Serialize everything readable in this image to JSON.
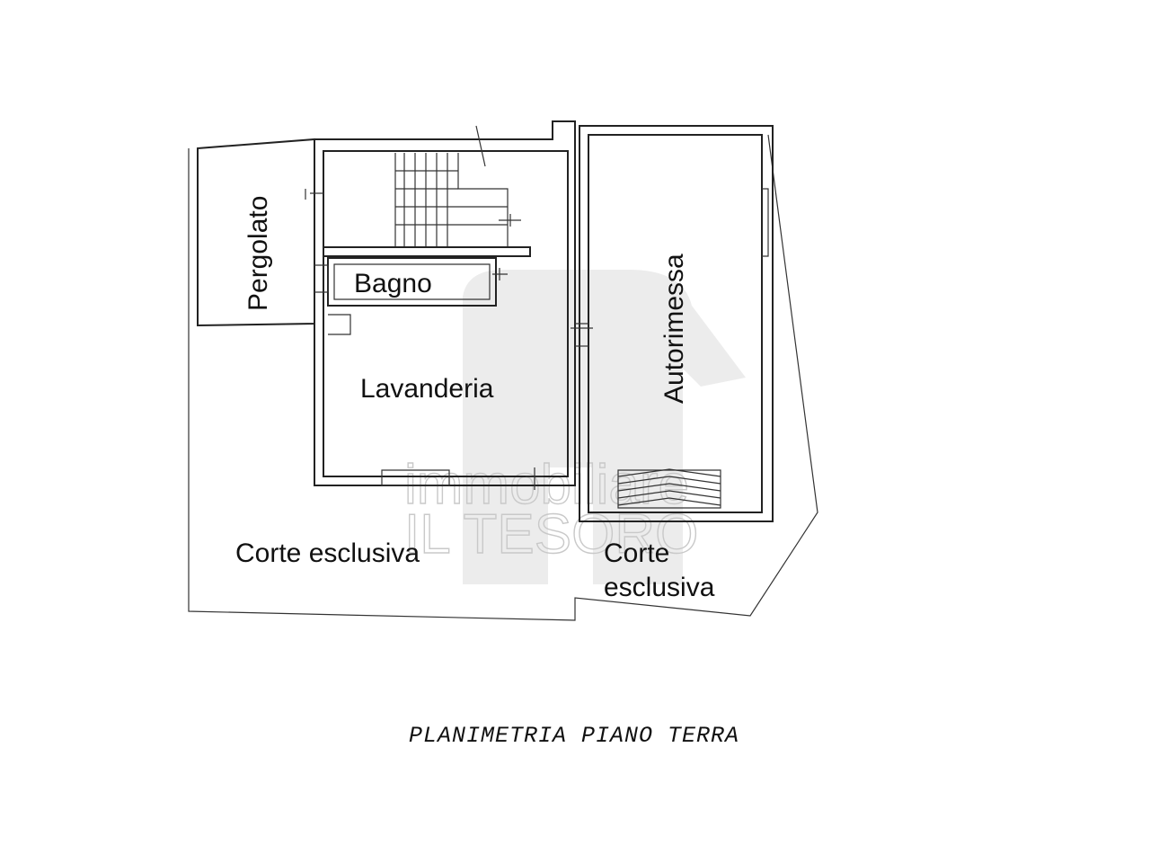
{
  "plan": {
    "caption": "PLANIMETRIA PIANO TERRA",
    "rooms": {
      "pergolato": "Pergolato",
      "bagno": "Bagno",
      "lavanderia": "Lavanderia",
      "autorimessa": "Autorimessa",
      "corte_esclusiva_left": "Corte esclusiva",
      "corte_esclusiva_right_line1": "Corte",
      "corte_esclusiva_right_line2": "esclusiva"
    },
    "watermark": {
      "line1": "immobiliare",
      "line2": "IL TESORO"
    }
  }
}
